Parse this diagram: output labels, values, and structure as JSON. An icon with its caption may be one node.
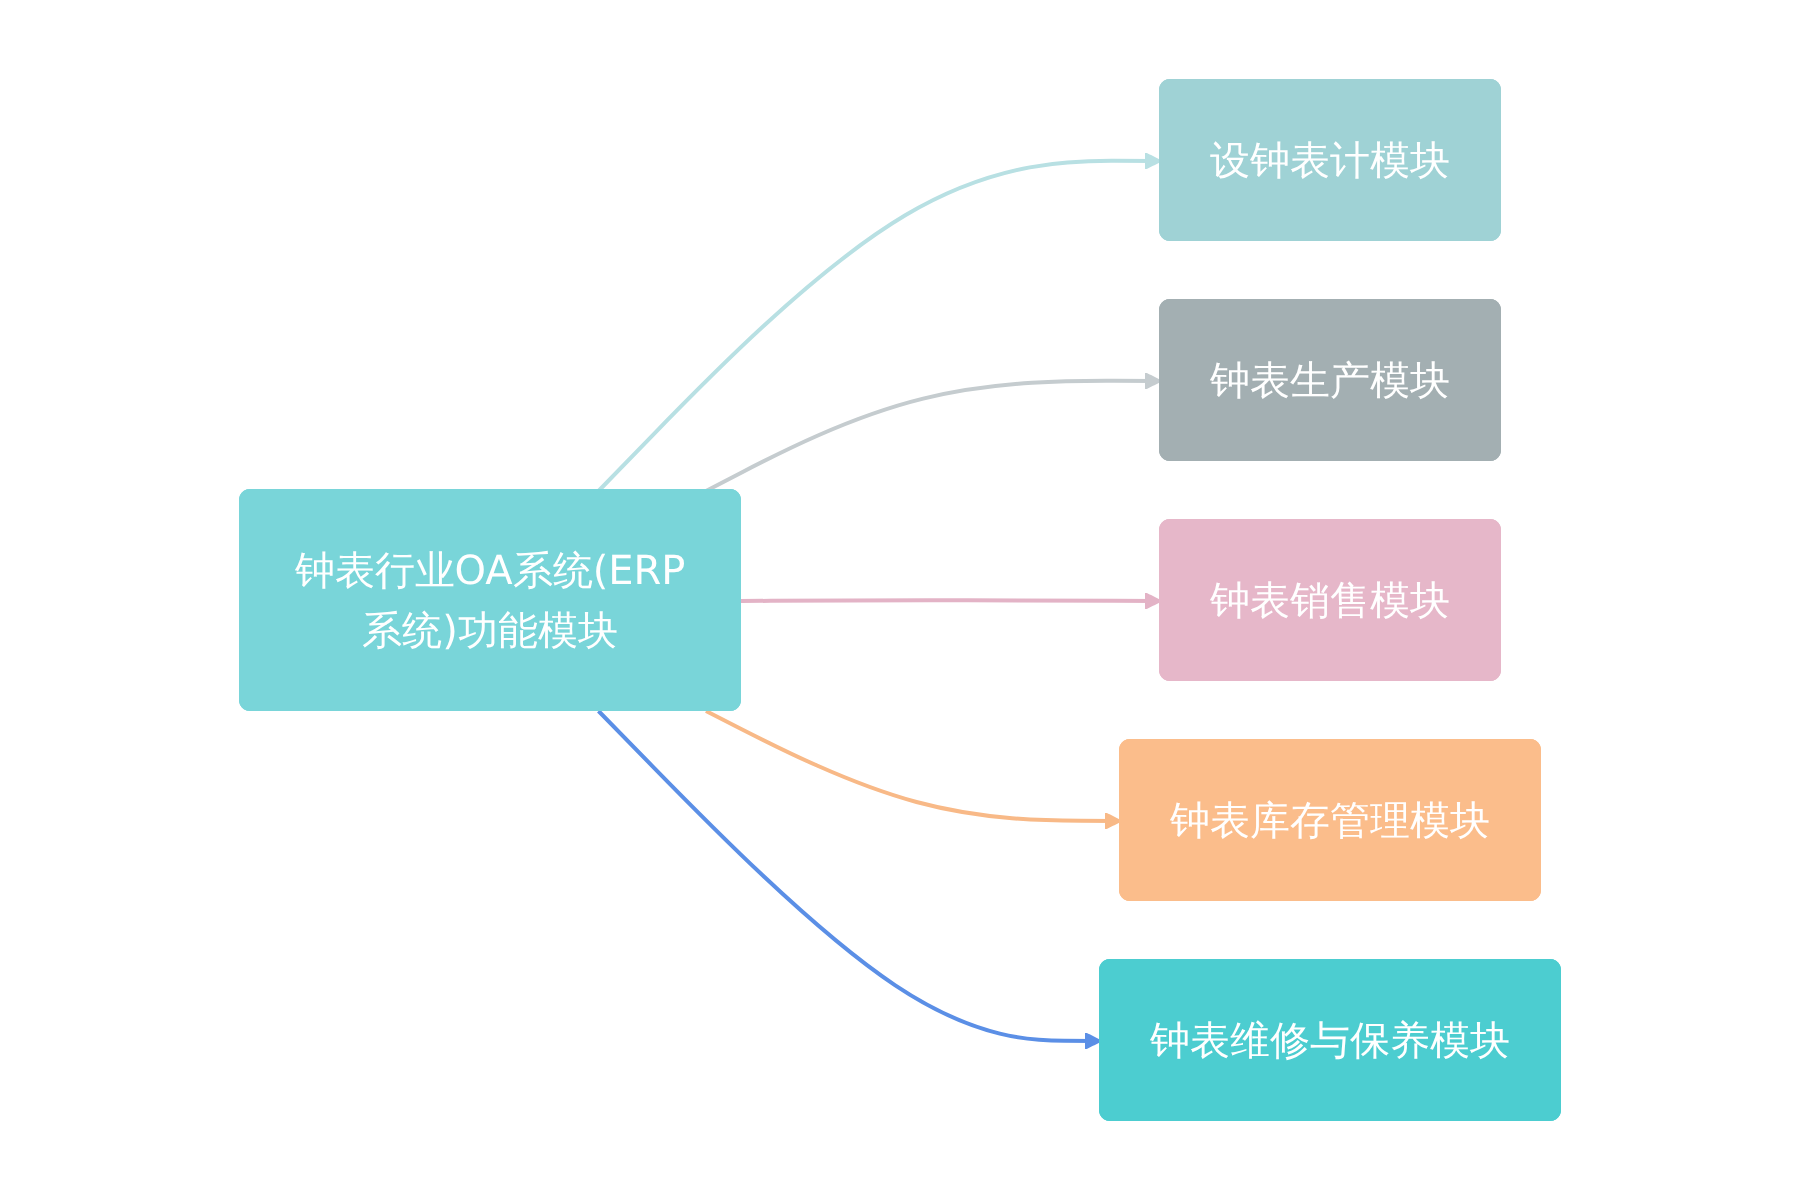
{
  "diagram": {
    "nodes": [
      {
        "text": [
          "钟表行业OA系统(ERP系统)功能模块"
        ]
      },
      {
        "text": [
          "设钟表计模块"
        ]
      },
      {
        "text": [
          "钟表生产模块"
        ]
      },
      {
        "text": [
          "钟表销售模块"
        ]
      },
      {
        "text": [
          "钟表库存管理模块"
        ]
      },
      {
        "text": [
          "钟表维修与保养模块"
        ]
      }
    ],
    "edges": [
      {
        "from": 0,
        "to": 1,
        "arrow": "to",
        "color": "#b8e0e3"
      },
      {
        "from": 0,
        "to": 2,
        "arrow": "to",
        "color": "#c5cccf"
      },
      {
        "from": 0,
        "to": 3,
        "arrow": "to",
        "color": "#e3b3c6"
      },
      {
        "from": 0,
        "to": 4,
        "arrow": "to",
        "color": "#f8b987"
      },
      {
        "from": 0,
        "to": 5,
        "arrow": "to",
        "color": "#5b8fe6"
      }
    ]
  }
}
